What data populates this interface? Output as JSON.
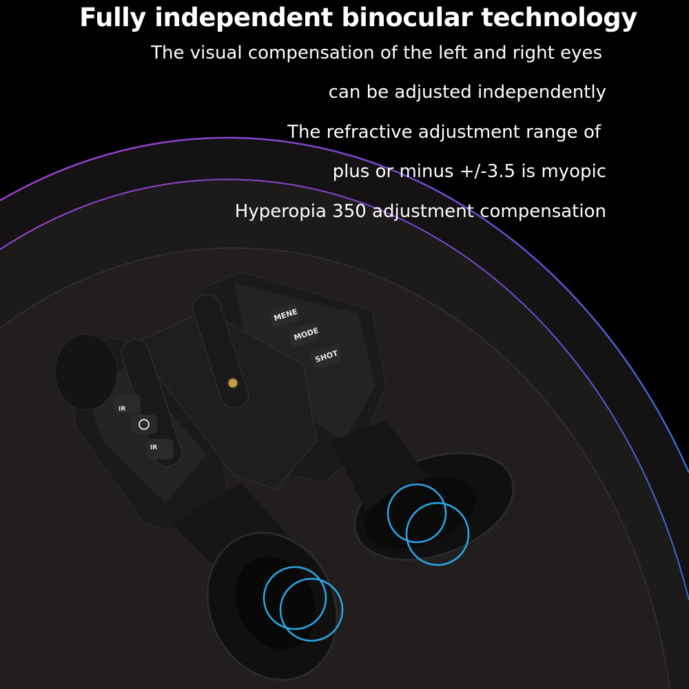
{
  "headline": "Fully independent binocular technology",
  "description_lines": [
    "The visual compensation of the left and right eyes",
    "can be adjusted independently",
    "The refractive adjustment range of",
    "plus or minus +/-3.5 is myopic",
    "Hyperopia 350 adjustment compensation"
  ],
  "device_buttons": {
    "menu": "MENE",
    "mode": "MODE",
    "shot": "SHOT",
    "ir_up": "IR",
    "ir_down": "IR"
  },
  "colors": {
    "background": "#000000",
    "arc_purple": "#a040d0",
    "arc_blue": "#3a7fd8",
    "eye_ring": "#2aa8e8"
  }
}
